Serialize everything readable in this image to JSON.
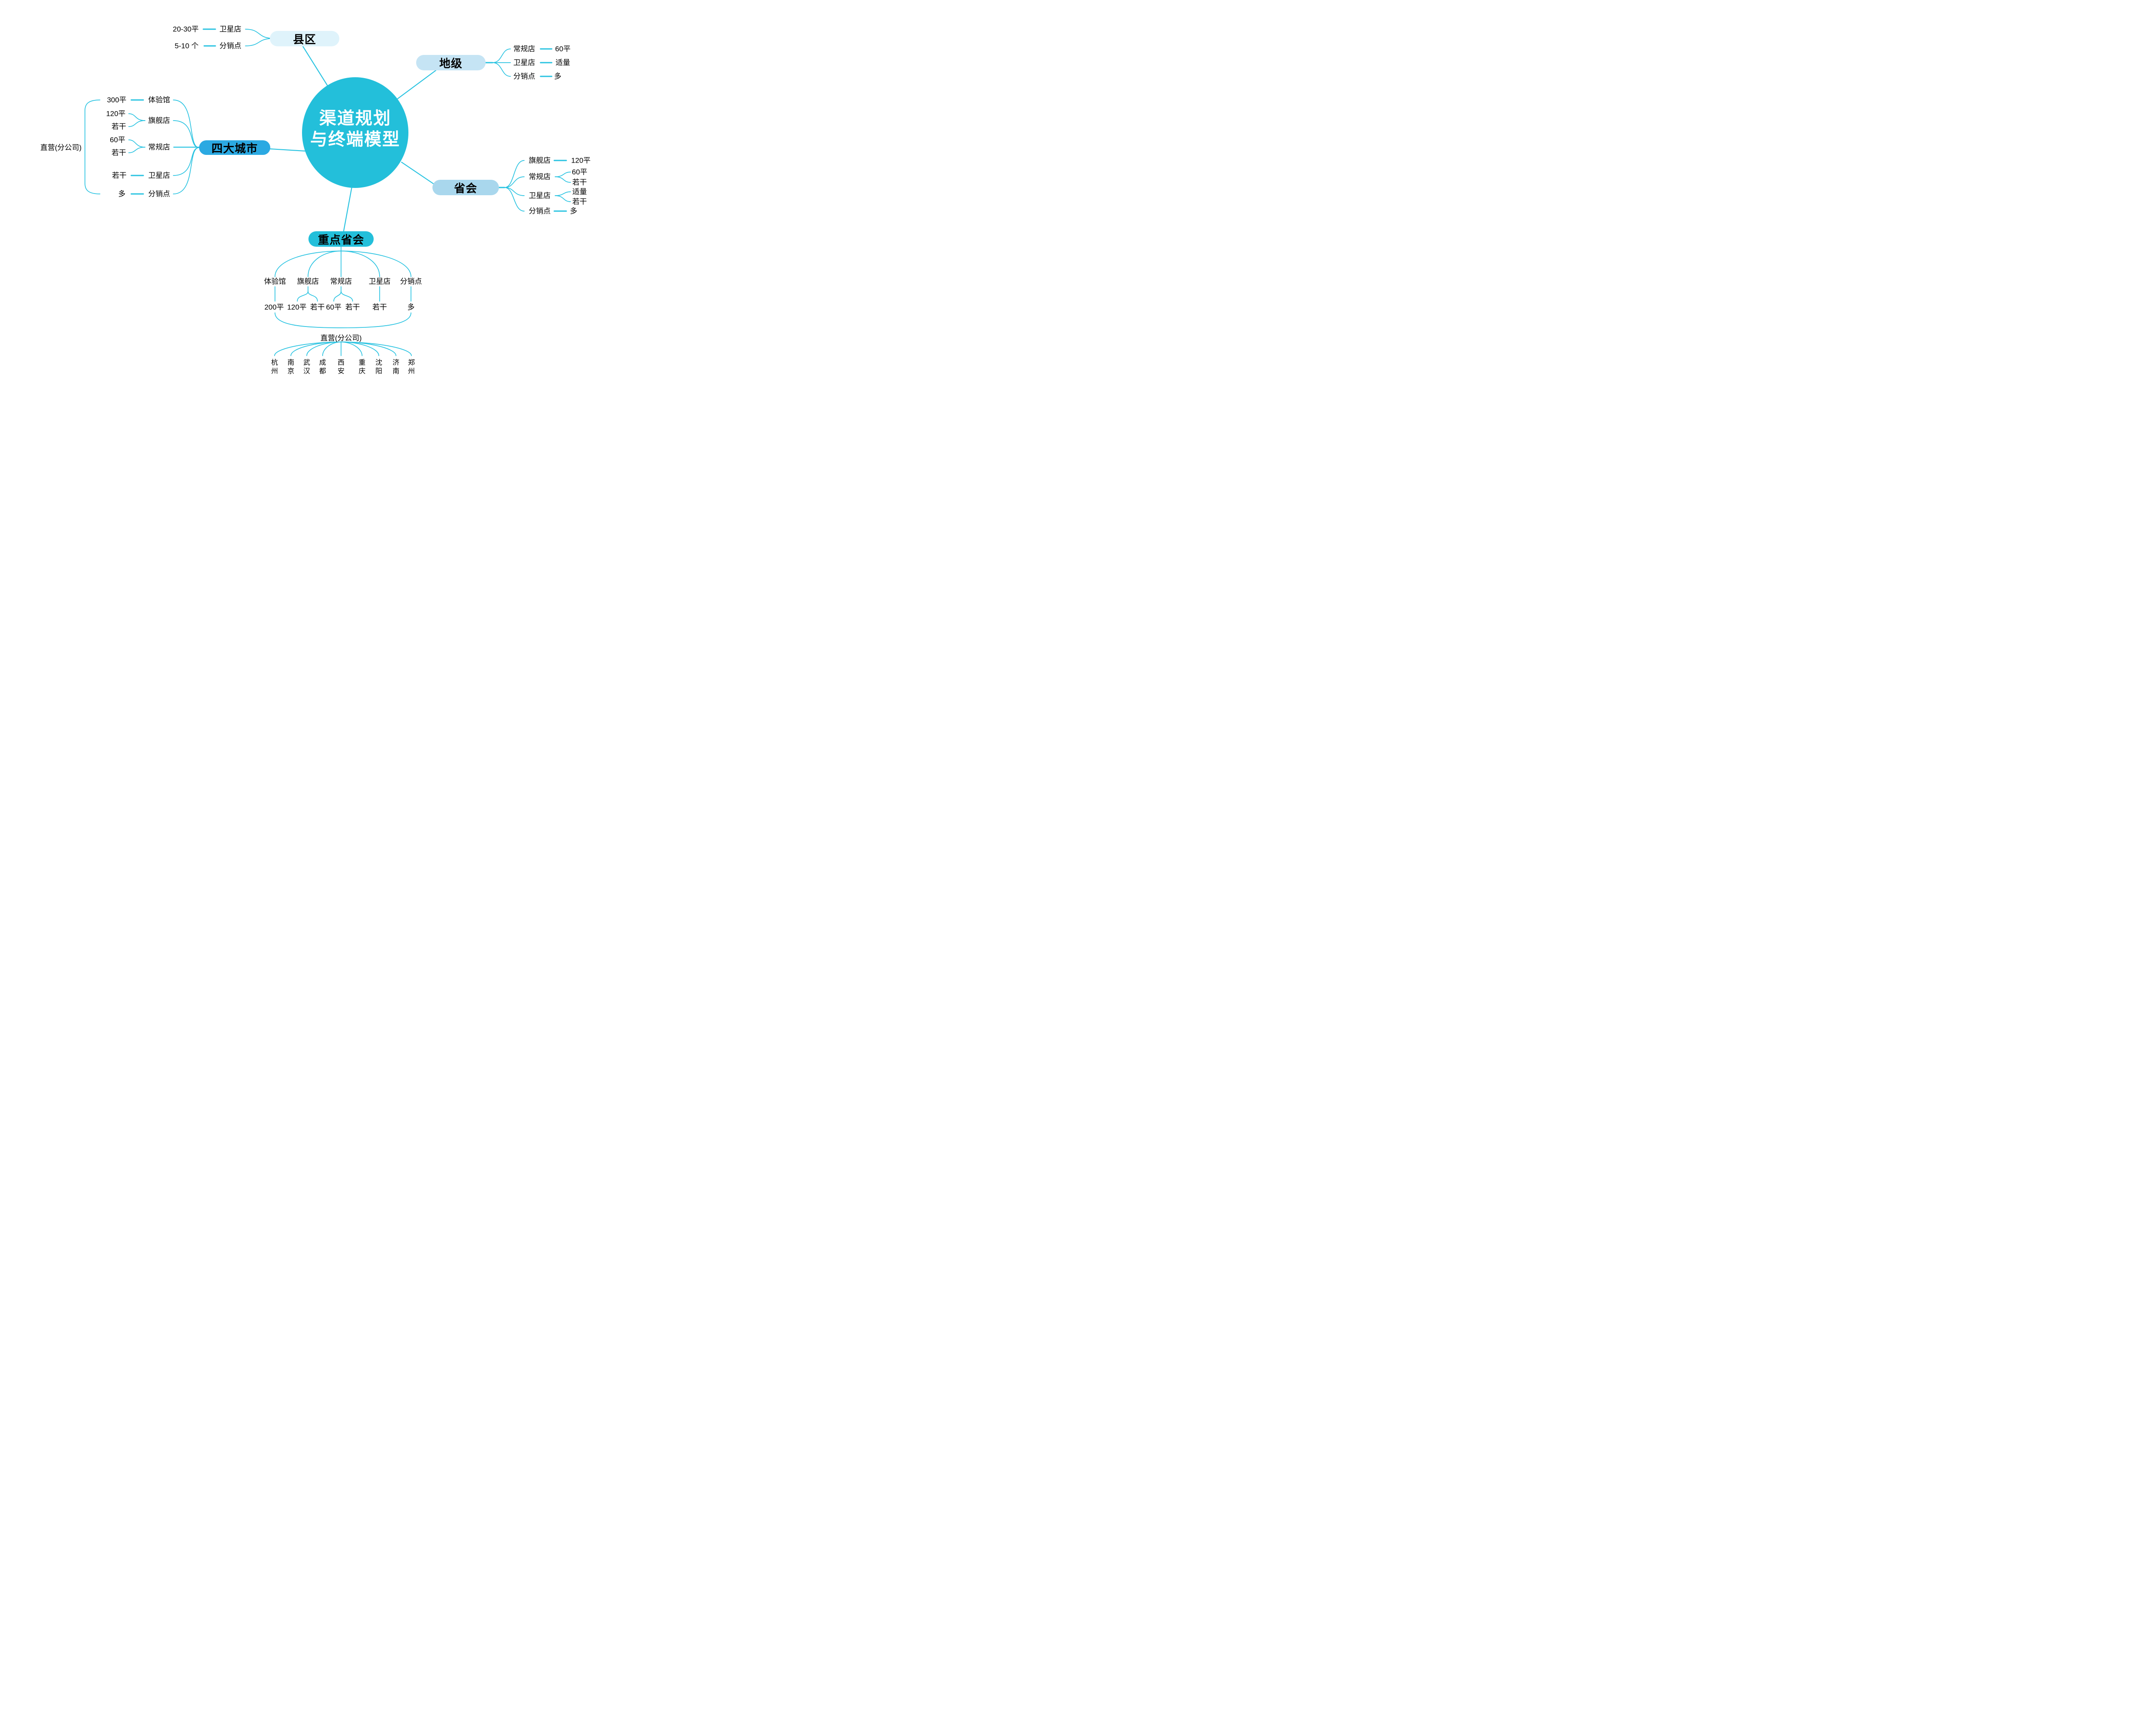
{
  "title": {
    "lines": [
      "渠道规划",
      "与终端模型"
    ]
  },
  "colors": {
    "bg": "#FFFFFF",
    "line": "#29C3E1",
    "nodeMain": "#23BFDA",
    "nodeBlue": "#2BA9E2",
    "nodeShenghui": "#A9D7ED",
    "nodeDiji": "#C5E4F4",
    "nodeXianqu": "#DFF3FB",
    "text": "#000000",
    "titleText": "#FFFFFF"
  },
  "branches": [
    {
      "id": "xianqu",
      "label": "县区",
      "children": [
        {
          "label": "卫星店",
          "values": [
            "20-30平"
          ]
        },
        {
          "label": "分销点",
          "values": [
            "5-10 个"
          ]
        }
      ]
    },
    {
      "id": "diji",
      "label": "地级",
      "children": [
        {
          "label": "常规店",
          "values": [
            "60平"
          ]
        },
        {
          "label": "卫星店",
          "values": [
            "适量"
          ]
        },
        {
          "label": "分销点",
          "values": [
            "多"
          ]
        }
      ]
    },
    {
      "id": "sidachengshi",
      "label": "四大城市",
      "annotation": "直营(分公司)",
      "children": [
        {
          "label": "体验馆",
          "values": [
            "300平"
          ]
        },
        {
          "label": "旗舰店",
          "values": [
            "120平",
            "若干"
          ]
        },
        {
          "label": "常规店",
          "values": [
            "60平",
            "若干"
          ]
        },
        {
          "label": "卫星店",
          "values": [
            "若干"
          ]
        },
        {
          "label": "分销点",
          "values": [
            "多"
          ]
        }
      ]
    },
    {
      "id": "shenghui",
      "label": "省会",
      "children": [
        {
          "label": "旗舰店",
          "values": [
            "120平"
          ]
        },
        {
          "label": "常规店",
          "values": [
            "60平",
            "若干"
          ]
        },
        {
          "label": "卫星店",
          "values": [
            "适量",
            "若干"
          ]
        },
        {
          "label": "分销点",
          "values": [
            "多"
          ]
        }
      ]
    },
    {
      "id": "zhongdianshenghui",
      "label": "重点省会",
      "annotation": "直营(分公司)",
      "children": [
        {
          "label": "体验馆",
          "values": [
            "200平"
          ]
        },
        {
          "label": "旗舰店",
          "values": [
            "120平",
            "若干"
          ]
        },
        {
          "label": "常规店",
          "values": [
            "60平",
            "若干"
          ]
        },
        {
          "label": "卫星店",
          "values": [
            "若干"
          ]
        },
        {
          "label": "分销点",
          "values": [
            "多"
          ]
        }
      ],
      "cities": [
        "杭州",
        "南京",
        "武汉",
        "成都",
        "西安",
        "重庆",
        "沈阳",
        "济南",
        "郑州"
      ]
    }
  ]
}
